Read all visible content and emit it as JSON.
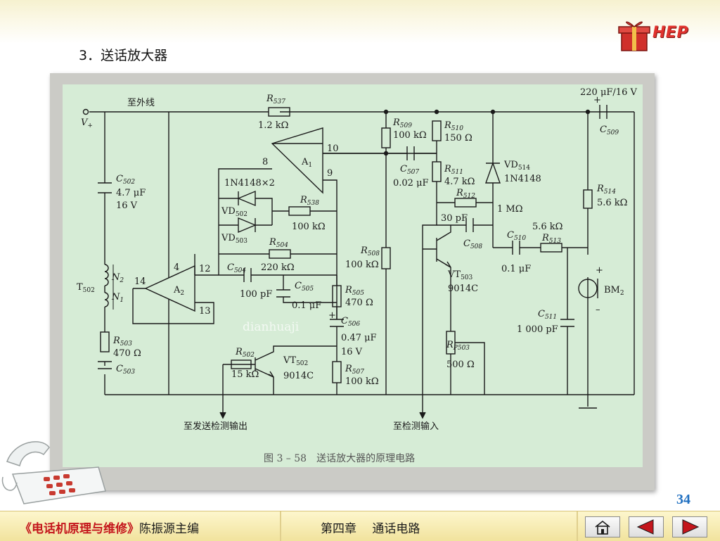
{
  "slide": {
    "heading": "3．送话放大器",
    "logo_text": "HEP",
    "page_number": "34"
  },
  "figure": {
    "caption": "图 3 – 58　送话放大器的原理电路",
    "watermark": "dianhuaji",
    "labels": {
      "outside_line": "至外线",
      "vplus_v": "V",
      "vplus_sub": "+",
      "r537": "R",
      "r537_sub": "537",
      "r537_val": "1.2 kΩ",
      "c509_rating": "220 μF/16 V",
      "c509": "C",
      "c509_sub": "509",
      "c502": "C",
      "c502_sub": "502",
      "c502_val": "4.7 μF",
      "c502_v": "16 V",
      "pin8": "8",
      "pin9": "9",
      "pin10": "10",
      "a1": "A",
      "a1_sub": "1",
      "r509": "R",
      "r509_sub": "509",
      "r509_val": "100 kΩ",
      "r510": "R",
      "r510_sub": "510",
      "r510_val": "150 Ω",
      "c507": "C",
      "c507_sub": "507",
      "c507_val": "0.02 μF",
      "r511": "R",
      "r511_sub": "511",
      "r511_val": "4.7 kΩ",
      "vd514": "VD",
      "vd514_sub": "514",
      "vd514_type": "1N4148",
      "diode_pair": "1N4148×2",
      "vd502": "VD",
      "vd502_sub": "502",
      "vd503": "VD",
      "vd503_sub": "503",
      "r538": "R",
      "r538_sub": "538",
      "r538_val": "100 kΩ",
      "r512": "R",
      "r512_sub": "512",
      "r512_val": "1 MΩ",
      "r514": "R",
      "r514_sub": "514",
      "r514_val": "5.6 kΩ",
      "c_30pf": "30 pF",
      "c508": "C",
      "c508_sub": "508",
      "c510": "C",
      "c510_sub": "510",
      "c510_val": "0.1 μF",
      "r513_val": "5.6 kΩ",
      "r513": "R",
      "r513_sub": "513",
      "r504": "R",
      "r504_sub": "504",
      "r504_val": "220 kΩ",
      "r508": "R",
      "r508_sub": "508",
      "r508_val": "100 kΩ",
      "pin4": "4",
      "pin12": "12",
      "pin14": "14",
      "pin13": "13",
      "a2": "A",
      "a2_sub": "2",
      "c504": "C",
      "c504_sub": "504",
      "c504_val": "100 pF",
      "c505": "C",
      "c505_sub": "505",
      "c505_val": "0.1 μF",
      "r505": "R",
      "r505_sub": "505",
      "r505_val": "470 Ω",
      "vt503": "VT",
      "vt503_sub": "503",
      "vt503_type": "9014C",
      "n2": "N",
      "n2_sub": "2",
      "n1": "N",
      "n1_sub": "1",
      "t502": "T",
      "t502_sub": "502",
      "bm2": "BM",
      "bm2_sub": "2",
      "plus": "+",
      "minus": "–",
      "c506_plus": "+",
      "c506": "C",
      "c506_sub": "506",
      "c506_val": "0.47 μF",
      "c506_v": "16 V",
      "c511": "C",
      "c511_sub": "511",
      "c511_val": "1 000 pF",
      "r503": "R",
      "r503_sub": "503",
      "r503_val": "470 Ω",
      "c503": "C",
      "c503_sub": "503",
      "r502": "R",
      "r502_sub": "502",
      "r502_val": "15 kΩ",
      "vt502": "VT",
      "vt502_sub": "502",
      "vt502_type": "9014C",
      "r507": "R",
      "r507_sub": "507",
      "r507_val": "100 kΩ",
      "rp503": "R",
      "rp503_sub": "P503",
      "rp503_val": "500 Ω",
      "out_detect": "至发送检测输出",
      "in_detect": "至检测输入"
    }
  },
  "footer": {
    "book_open": "《",
    "book_title": "电话机原理与维修",
    "book_close": "》",
    "author": "陈振源主编",
    "chapter": "第四章　 通话电路"
  },
  "nav": {
    "home_icon": "home-icon",
    "prev_icon": "triangle-left-icon",
    "next_icon": "triangle-right-icon",
    "icon_color": "#c4161c"
  },
  "colors": {
    "schematic_bg": "#d6ecd6",
    "frame": "#cbcbc6",
    "footer_bg": "#f5eaa8",
    "page_number": "#1f6fc0",
    "logo": "#e0322d"
  }
}
